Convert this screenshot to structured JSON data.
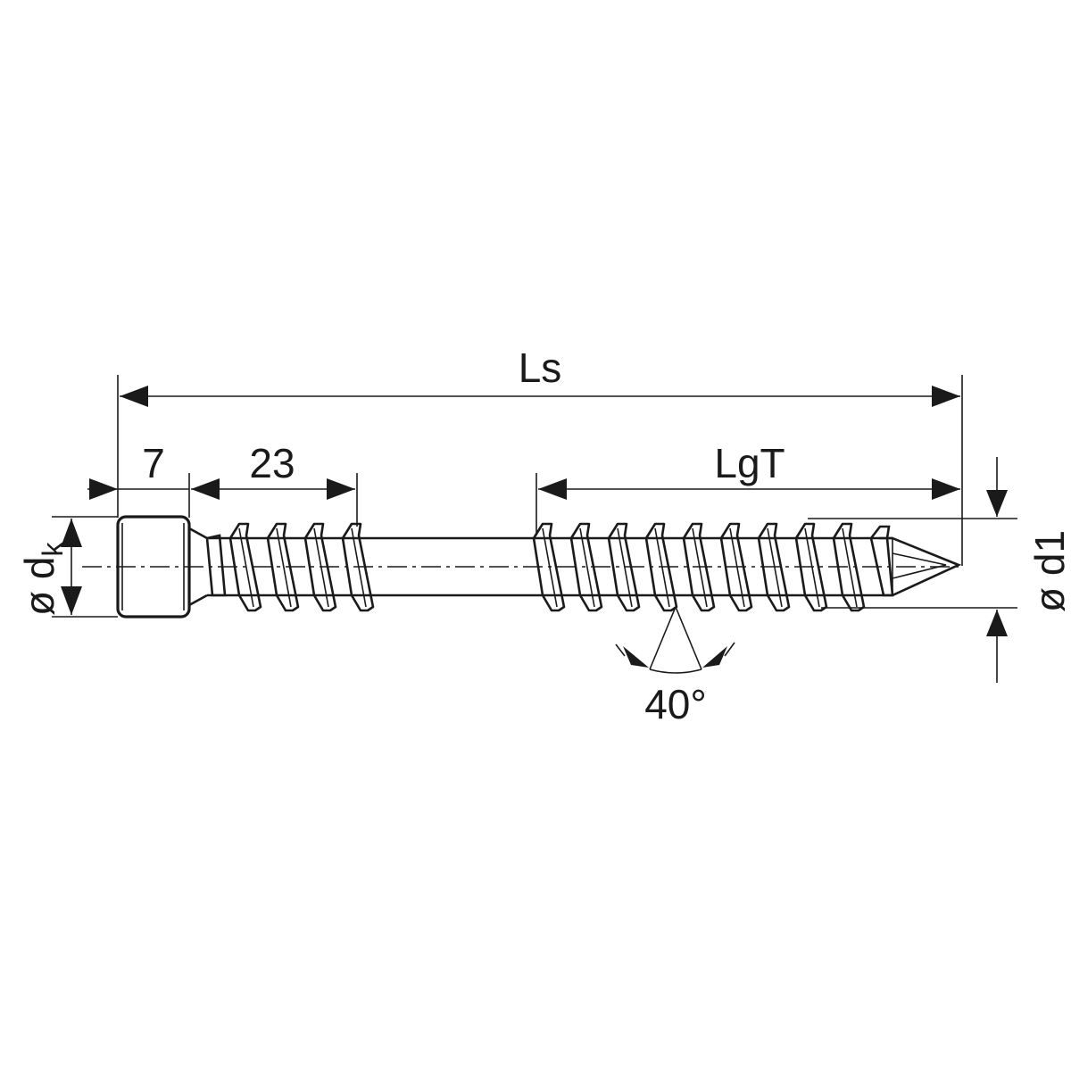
{
  "dimensions": {
    "total_length": "Ls",
    "head_length": "7",
    "upper_thread_length": "23",
    "lower_thread_length": "LgT",
    "head_diameter_symbol": "ø d",
    "head_diameter_subscript": "k",
    "thread_diameter": "ø d1",
    "thread_angle": "40°"
  },
  "colors": {
    "ink": "#1a1a1a",
    "head_fill": "#ffffff",
    "background": "#ffffff"
  }
}
